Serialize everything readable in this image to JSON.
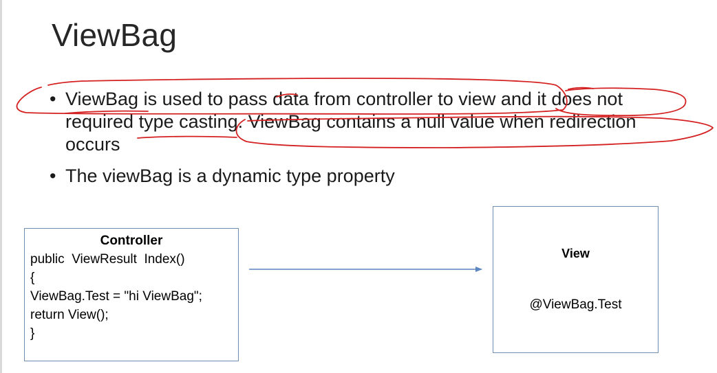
{
  "slide": {
    "title": "ViewBag",
    "bullets": [
      {
        "lines": [
          "ViewBag is used to pass data from controller to view and it does not",
          "required type casting. ViewBag contains a null value when redirection",
          "occurs"
        ]
      },
      {
        "lines": [
          "The viewBag is a dynamic type property"
        ]
      }
    ],
    "bullet_glyph": "•"
  },
  "diagram": {
    "controller": {
      "title": "Controller",
      "code": [
        "public  ViewResult  Index()",
        "{",
        "ViewBag.Test = \"hi ViewBag\";",
        "return View();",
        "}"
      ]
    },
    "view": {
      "title": "View",
      "expression": "@ViewBag.Test"
    }
  },
  "colors": {
    "annotation_ink": "#d42020",
    "box_border": "#6f8fb2",
    "arrow": "#5b86c0"
  }
}
